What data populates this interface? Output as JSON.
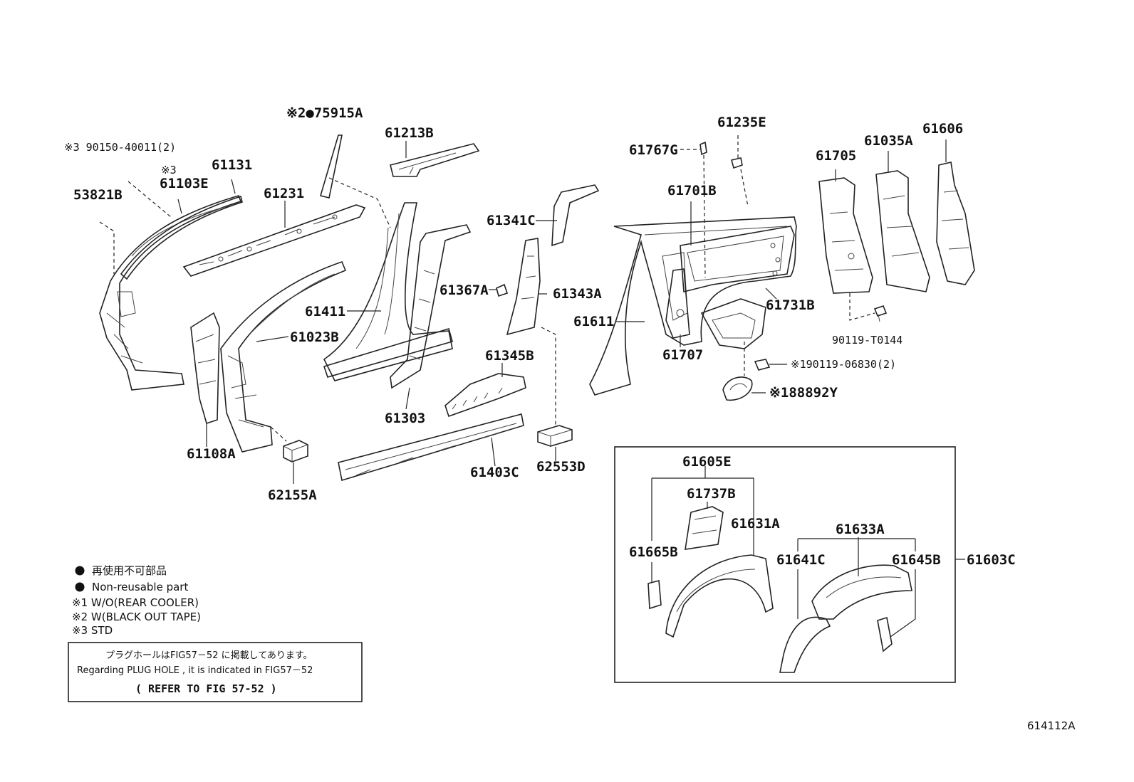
{
  "parts": {
    "p1": "※3 90150-40011(2)",
    "p2": "53821B",
    "p3": "※3",
    "p4": "61103E",
    "p5": "61131",
    "p6": "61231",
    "p7": "※2●75915A",
    "p8": "61213B",
    "p9": "61411",
    "p10": "61023B",
    "p11": "61108A",
    "p12": "62155A",
    "p13": "61303",
    "p14": "61341C",
    "p15": "61367A",
    "p16": "61343A",
    "p17": "61345B",
    "p18": "61403C",
    "p19": "62553D",
    "p20": "61767G",
    "p21": "61235E",
    "p22": "61701B",
    "p23": "61611",
    "p24": "61707",
    "p25": "61731B",
    "p26": "61705",
    "p27": "61035A",
    "p28": "61606",
    "p29": "90119-T0144",
    "p30": "※190119-06830(2)",
    "p31": "※188892Y",
    "p32": "61605E",
    "p33": "61737B",
    "p34": "61631A",
    "p35": "61665B",
    "p36": "61633A",
    "p37": "61641C",
    "p38": "61645B",
    "p39": "61603C"
  },
  "legend": {
    "l1": "再使用不可部品",
    "l2": "Non-reusable part",
    "l3": "※1  W/O(REAR COOLER)",
    "l4": "※2  W(BLACK OUT TAPE)",
    "l5": "※3  STD"
  },
  "note": {
    "line1": "プラグホールはFIG57－52 に掲載してあります。",
    "line2": "Regarding  PLUG  HOLE , it  is  indicated  in  FIG57－52",
    "line3": "(    REFER  TO  FIG  57-52  )"
  },
  "figure_id": "614112A"
}
